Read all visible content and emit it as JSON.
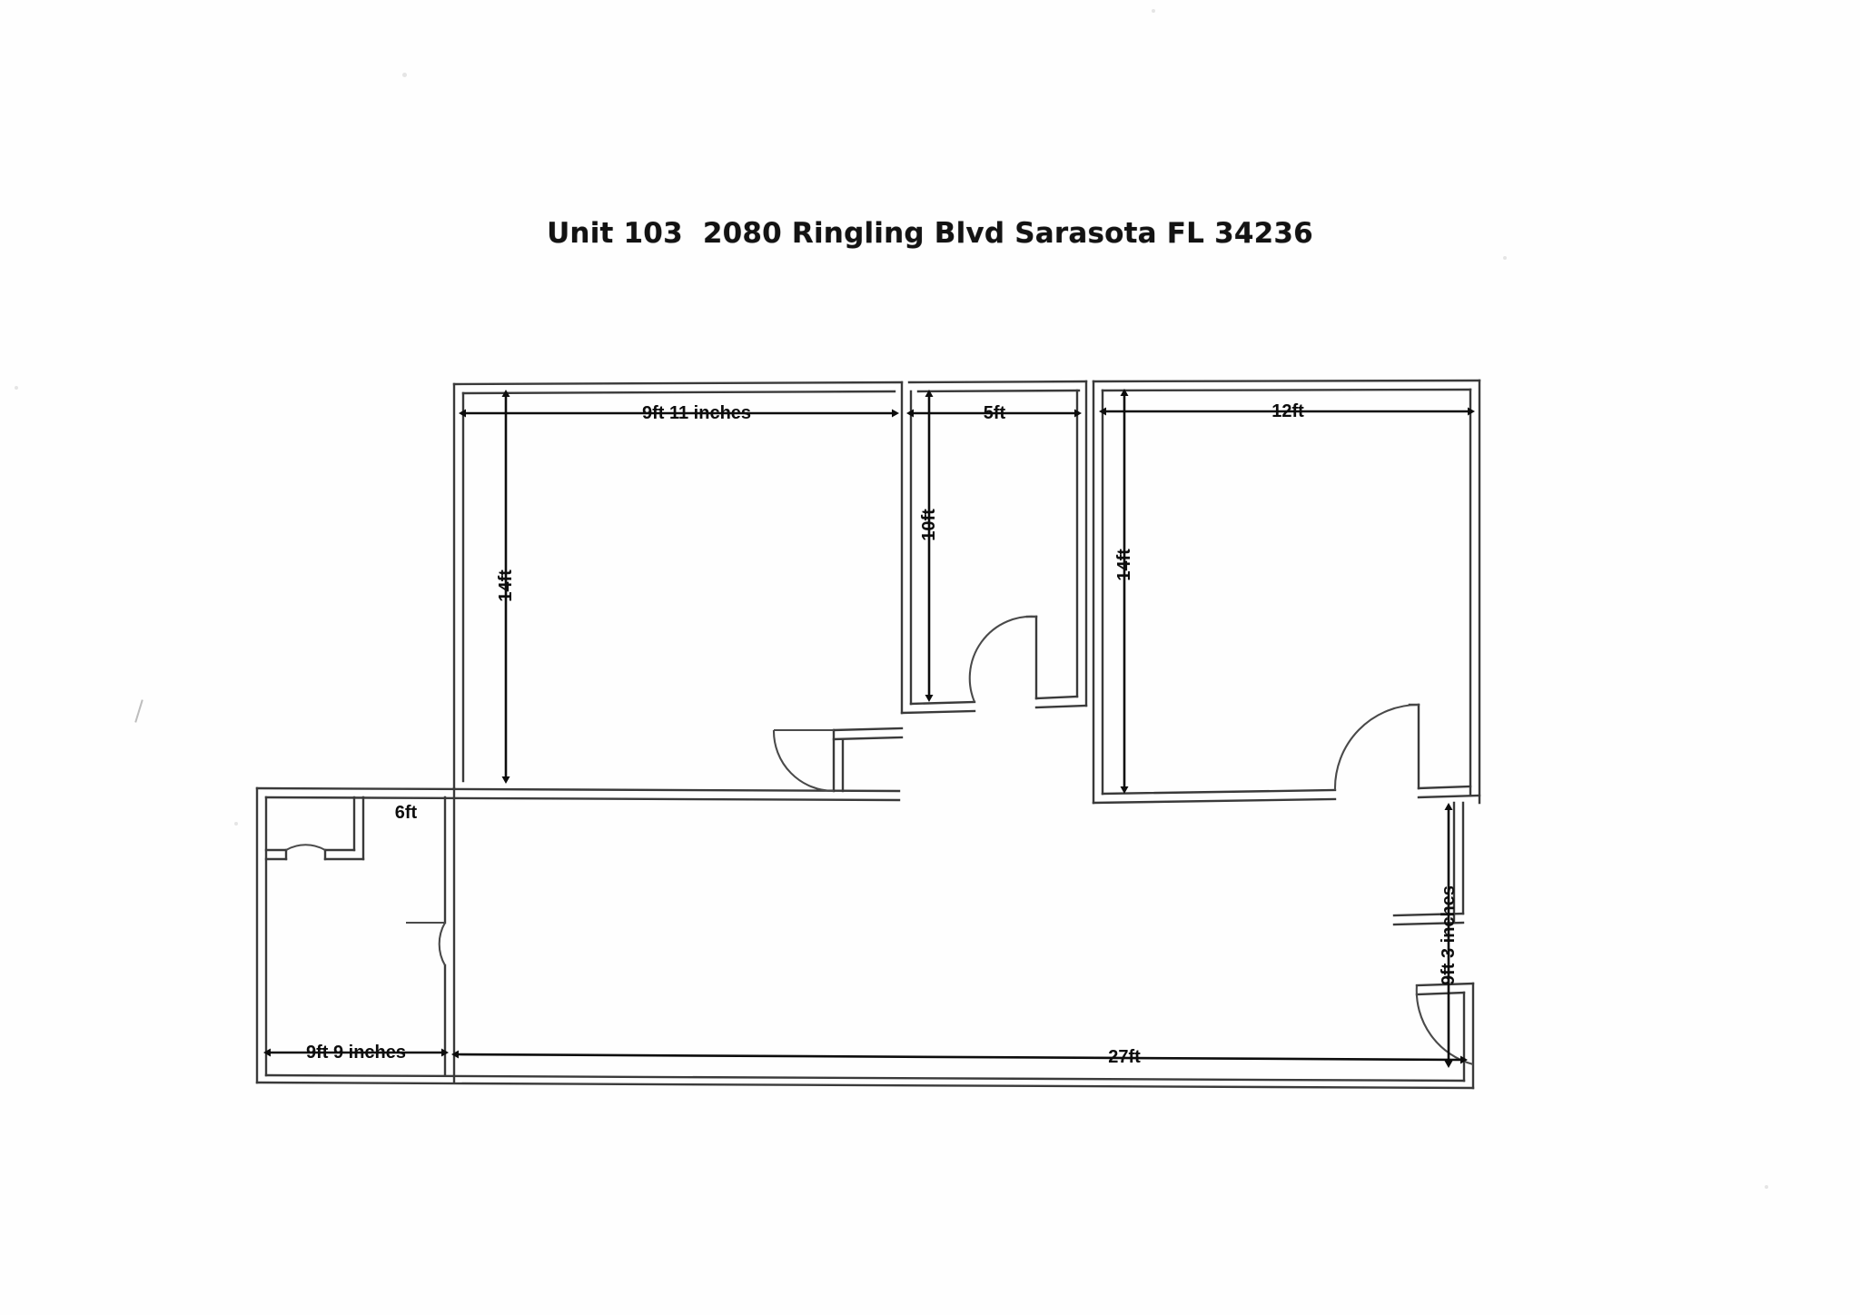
{
  "document": {
    "title": "Unit 103  2080 Ringling Blvd Sarasota FL 34236",
    "type": "floor-plan",
    "background_color": "#ffffff",
    "line_color": "#2b2b2b",
    "text_color": "#111111"
  },
  "dimensions": {
    "top_left_room_width": "9ft 11 inches",
    "top_left_room_height": "14ft",
    "middle_room_width": "5ft",
    "middle_room_height": "10ft",
    "top_right_room_width": "12ft",
    "top_right_room_height": "14ft",
    "closet_width": "6ft",
    "bottom_left_room_width": "9ft 9 inches",
    "main_room_width": "27ft",
    "right_corridor_height": "9ft 3 inches"
  },
  "rooms": [
    {
      "name": "top-left-room",
      "width": "9ft 11 inches",
      "height": "14ft"
    },
    {
      "name": "middle-room",
      "width": "5ft",
      "height": "10ft"
    },
    {
      "name": "top-right-room",
      "width": "12ft",
      "height": "14ft"
    },
    {
      "name": "closet",
      "width": "6ft",
      "height": ""
    },
    {
      "name": "bottom-left-room",
      "width": "9ft 9 inches",
      "height": ""
    },
    {
      "name": "main-room",
      "width": "27ft",
      "height": "9ft 3 inches"
    }
  ],
  "doors": [
    {
      "name": "closet-door",
      "swing": "right"
    },
    {
      "name": "bottom-left-room-door",
      "swing": "left"
    },
    {
      "name": "middle-room-door",
      "swing": "left"
    },
    {
      "name": "center-hall-door",
      "swing": "left"
    },
    {
      "name": "top-right-room-door",
      "swing": "left"
    },
    {
      "name": "entry-door",
      "swing": "left"
    }
  ]
}
